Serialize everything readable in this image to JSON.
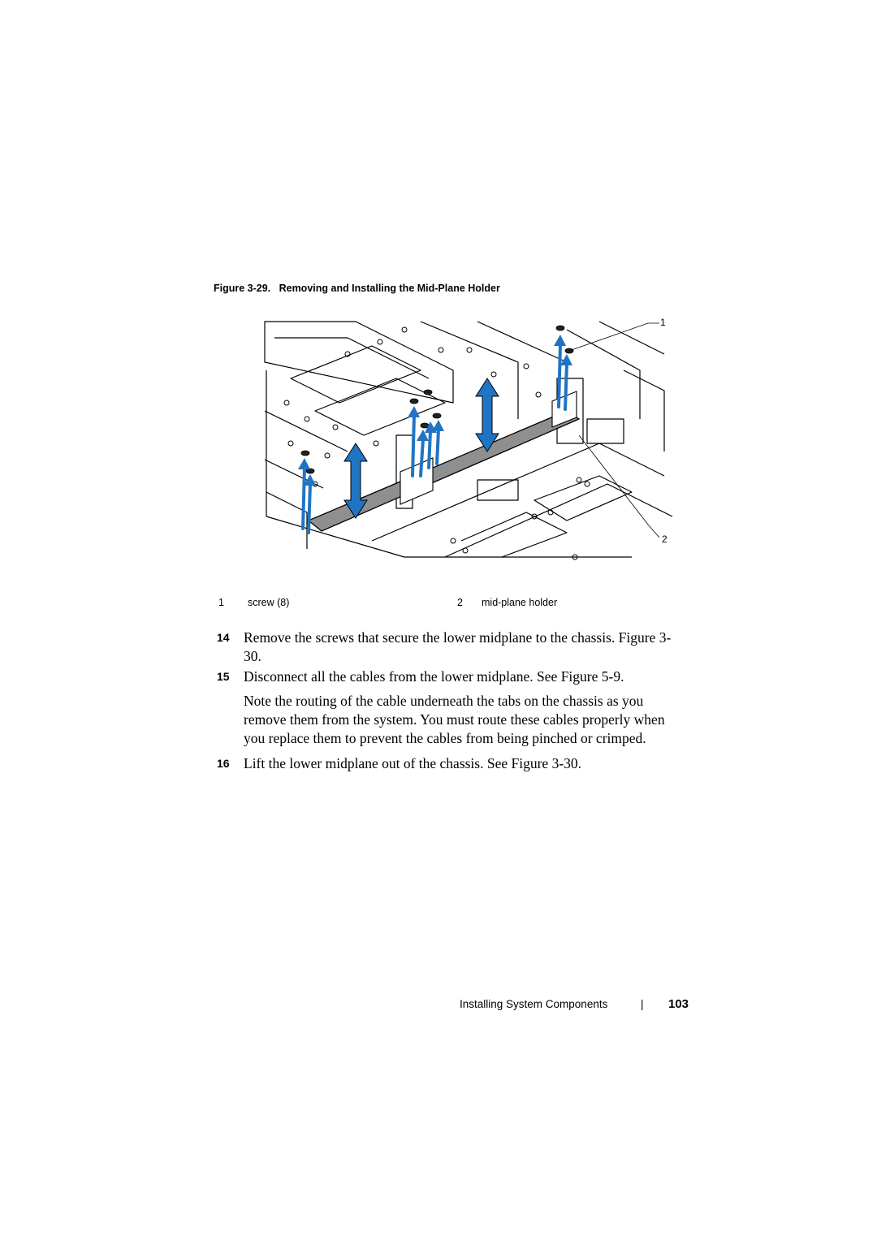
{
  "figure": {
    "caption_prefix": "Figure 3-29.",
    "caption_title": "Removing and Installing the Mid-Plane Holder",
    "callouts": [
      "1",
      "2"
    ]
  },
  "legend": [
    {
      "num": "1",
      "label": "screw (8)"
    },
    {
      "num": "2",
      "label": "mid-plane holder"
    }
  ],
  "steps": [
    {
      "num": "14",
      "text": "Remove the screws that secure the lower midplane to the chassis. Figure 3-30."
    },
    {
      "num": "15",
      "text": "Disconnect all the cables from the lower midplane. See Figure 5-9."
    },
    {
      "num": "16",
      "text": "Lift the lower midplane out of the chassis. See Figure 3-30."
    }
  ],
  "note": "Note the routing of the cable underneath the tabs on the chassis as you remove them from the system. You must route these cables properly when you replace them to prevent the cables from being pinched or crimped.",
  "footer": {
    "section": "Installing System Components",
    "separator": "|",
    "page_number": "103"
  },
  "colors": {
    "arrow_blue": "#1f75c4",
    "holder_gray": "#8f8f8f"
  }
}
